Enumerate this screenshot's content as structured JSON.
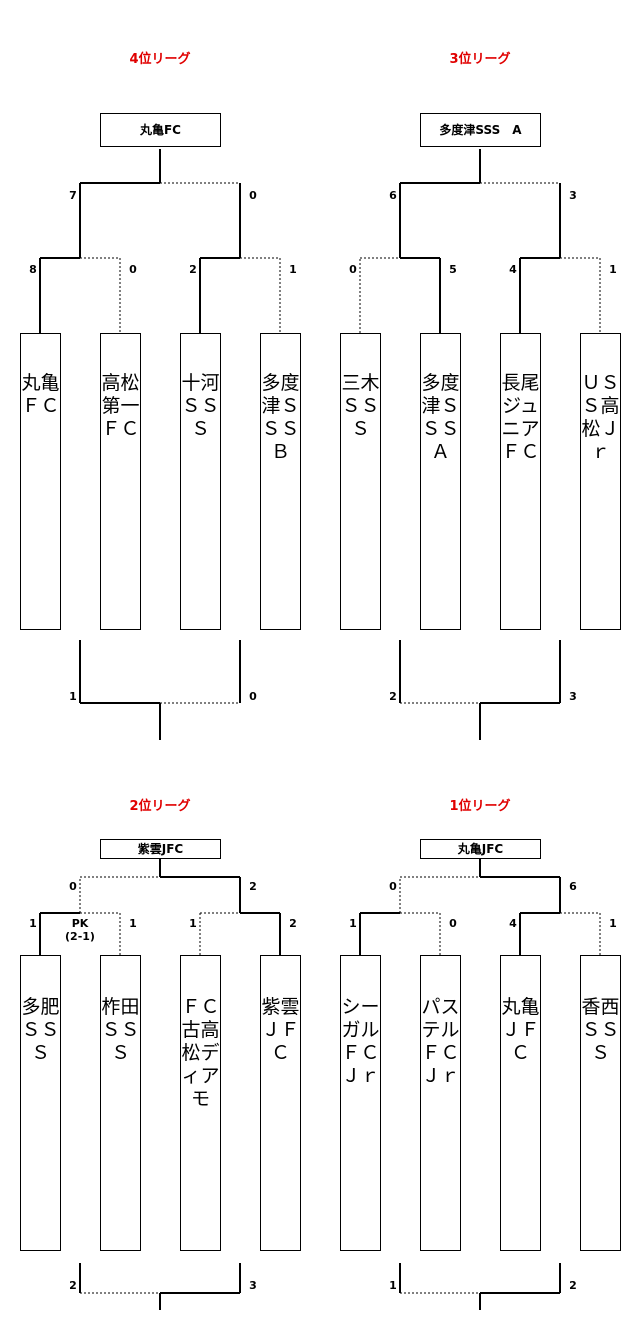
{
  "leagues": [
    {
      "title": "4位リーグ",
      "winner": "丸亀FC",
      "final_scores": [
        "7",
        "0"
      ],
      "semi_scores": [
        "8",
        "0",
        "2",
        "1"
      ],
      "teams": [
        "丸亀ＦＣ",
        "高松第一ＦＣ",
        "十河ＳＳＳ",
        "多度津ＳＳＳ　Ｂ"
      ],
      "bottom_scores": [
        "1",
        "0"
      ],
      "pk": null
    },
    {
      "title": "3位リーグ",
      "winner": "多度津SSS　A",
      "final_scores": [
        "6",
        "3"
      ],
      "semi_scores": [
        "0",
        "5",
        "4",
        "1"
      ],
      "teams": [
        "三木ＳＳＳ",
        "多度津ＳＳＳ　Ａ",
        "長尾ジュニアＦＣ",
        "ＵＳＳ高松Ｊｒ"
      ],
      "bottom_scores": [
        "2",
        "3"
      ],
      "pk": null
    },
    {
      "title": "2位リーグ",
      "winner": "紫雲JFC",
      "final_scores": [
        "0",
        "2"
      ],
      "semi_scores": [
        "1",
        "1",
        "1",
        "2"
      ],
      "teams": [
        "多肥ＳＳＳ",
        "柞田ＳＳＳ",
        "ＦＣ古高松ディアモ",
        "紫雲ＪＦＣ"
      ],
      "bottom_scores": [
        "2",
        "3"
      ],
      "pk": {
        "line1": "PK",
        "line2": "(2-1)"
      }
    },
    {
      "title": "1位リーグ",
      "winner": "丸亀JFC",
      "final_scores": [
        "0",
        "6"
      ],
      "semi_scores": [
        "1",
        "0",
        "4",
        "1"
      ],
      "teams": [
        "シーガルＦＣＪｒ",
        "パステルＦＣＪｒ",
        "丸亀ＪＦＣ",
        "香西ＳＳＳ"
      ],
      "bottom_scores": [
        "1",
        "2"
      ],
      "pk": null
    }
  ]
}
